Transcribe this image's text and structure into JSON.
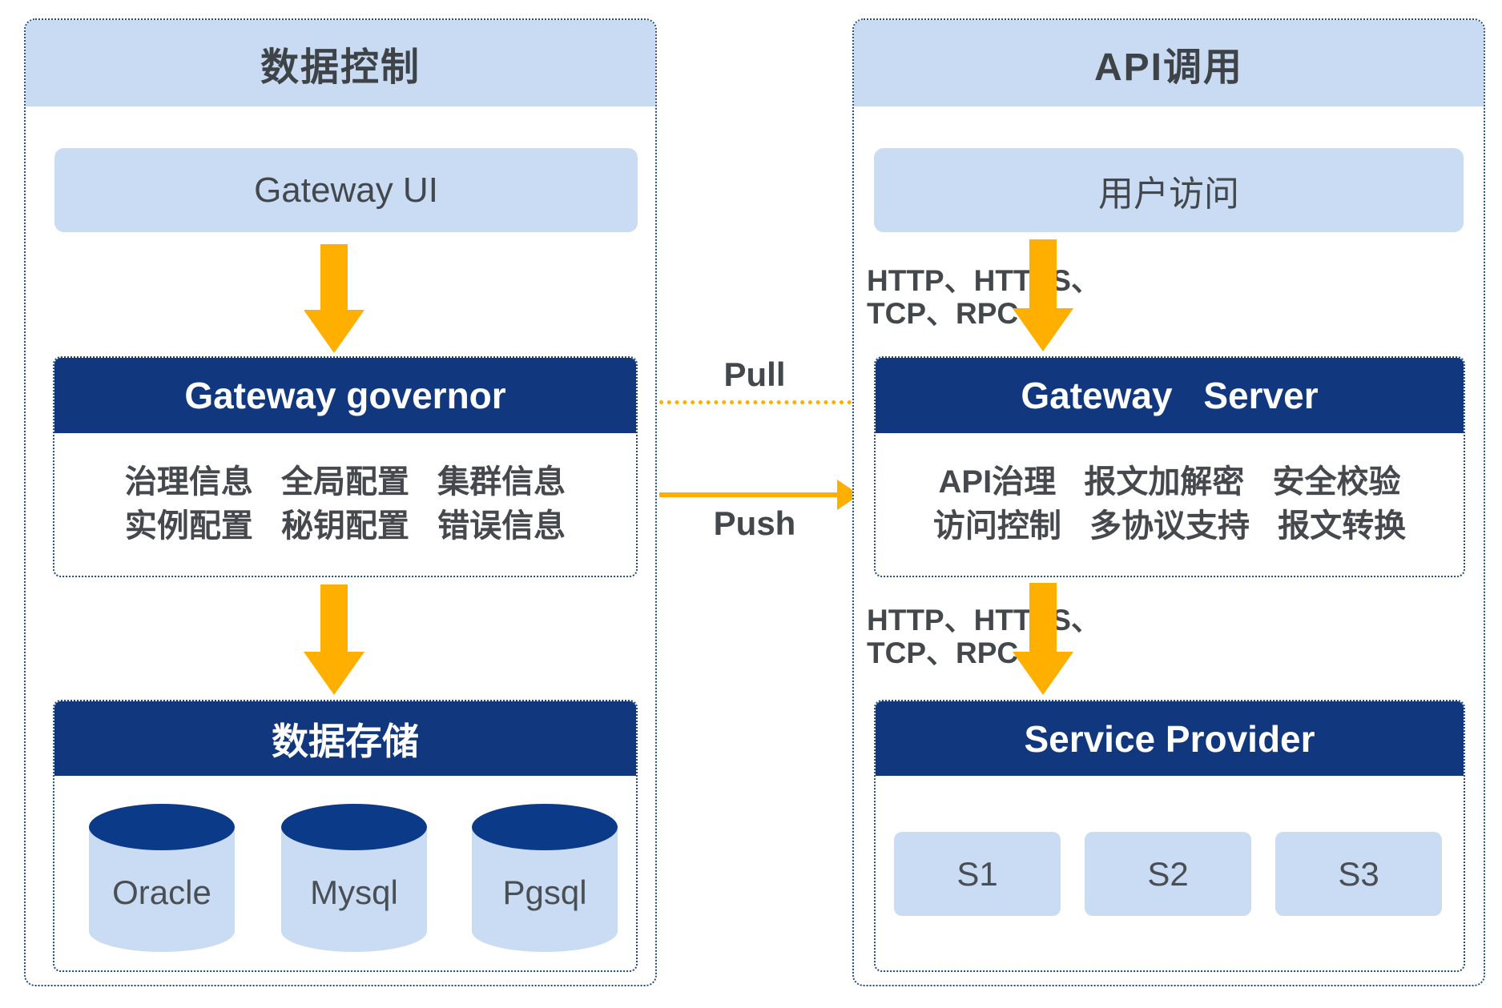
{
  "colors": {
    "navy_header": "#11387e",
    "light_blue_fill": "#c9dcf4",
    "panel_header_fill": "#c8dbf2",
    "dotted_border": "#1e4b7d",
    "arrow_orange": "#ffaf00",
    "text_gray": "#43484d",
    "cylinder_top_navy": "#0b3a88"
  },
  "left_panel": {
    "title": "数据控制",
    "gateway_ui_label": "Gateway UI",
    "governor": {
      "title": "Gateway governor",
      "rows": [
        "治理信息 全局配置 集群信息",
        "实例配置 秘钥配置 错误信息"
      ]
    },
    "storage": {
      "title": "数据存储",
      "databases": [
        "Oracle",
        "Mysql",
        "Pgsql"
      ]
    }
  },
  "middle": {
    "pull_label": "Pull",
    "push_label": "Push"
  },
  "right_panel": {
    "title": "API调用",
    "user_access_label": "用户访问",
    "protocols_top": [
      "HTTP、HTTPS、",
      "TCP、RPC"
    ],
    "server": {
      "title": "Gateway Server",
      "rows": [
        "API治理 报文加解密 安全校验",
        "访问控制 多协议支持 报文转换"
      ]
    },
    "protocols_bottom": [
      "HTTP、HTTPS、",
      "TCP、RPC"
    ],
    "service_provider": {
      "title": "Service Provider",
      "services": [
        "S1",
        "S2",
        "S3"
      ]
    }
  }
}
